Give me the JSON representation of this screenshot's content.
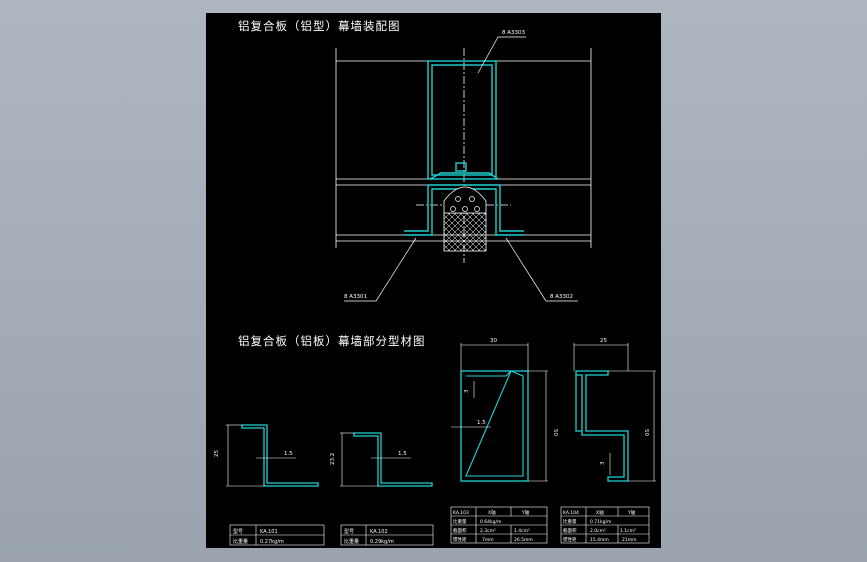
{
  "drawing": {
    "title_top": "铝复合板（铝型）幕墙装配图",
    "title_bottom": "铝复合板（铝板）幕墙部分型材图",
    "callouts": {
      "top": "8 A3303",
      "left": "8 A3301",
      "right": "8 A3302"
    },
    "dims": {
      "p1_height": "25",
      "p1_web": "1.5",
      "p2_height": "23.2",
      "p2_web": "1.5",
      "p3_width": "30",
      "p3_height": "50",
      "p3_wall": "3",
      "p3_web": "1.5",
      "p4_width": "25",
      "p4_height": "50",
      "p4_wall": "3"
    },
    "tables": {
      "t1": {
        "code": "型号",
        "code_val": "KA.101",
        "wt": "比重量",
        "wt_val": "0.27kg/m"
      },
      "t2": {
        "code": "型号",
        "code_val": "KA.102",
        "wt": "比重量",
        "wt_val": "0.29kg/m"
      },
      "t3": {
        "r1a": "KA.103",
        "r1b": "X轴",
        "r1c": "Y轴",
        "r2a": "比重量",
        "r2b": "0.64kg/m",
        "r3a": "截面积",
        "r3b": "2.3cm²",
        "r3c": "1.4cm²",
        "r4a": "惯性矩",
        "r4b": "7mm",
        "r4c": "26.5mm"
      },
      "t4": {
        "r1a": "KA.104",
        "r1b": "X轴",
        "r1c": "Y轴",
        "r2a": "比重量",
        "r2b": "0.71kg/m",
        "r3a": "截面积",
        "r3b": "2.0cm²",
        "r3c": "1.1cm²",
        "r4a": "惯性矩",
        "r4b": "15.4mm",
        "r4c": "21mm"
      }
    }
  }
}
